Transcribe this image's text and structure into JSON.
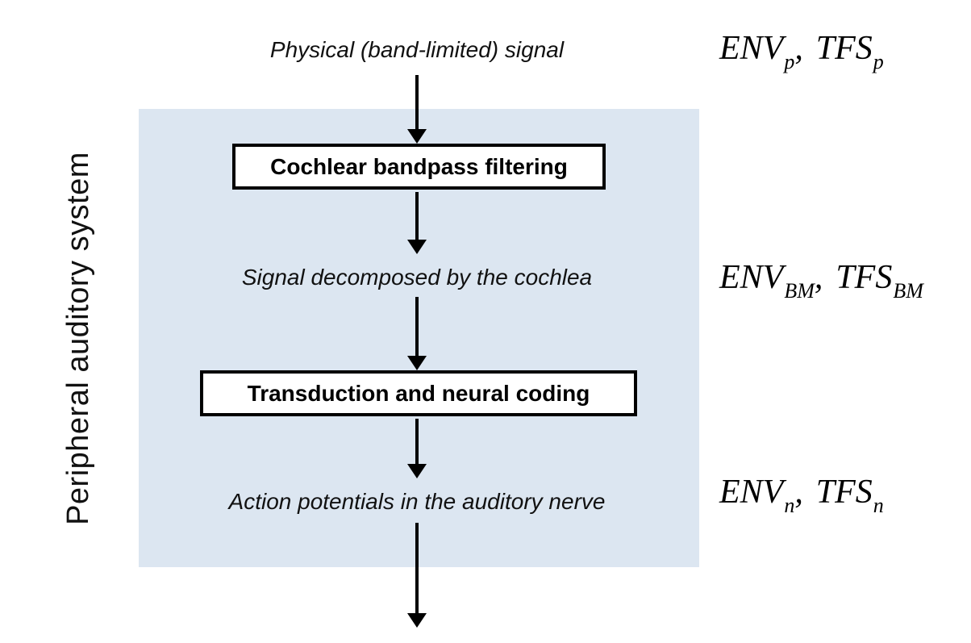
{
  "colors": {
    "panel_background": "#dce6f1",
    "box_background": "#ffffff",
    "box_border": "#000000",
    "ink": "#000000"
  },
  "side_label": "Peripheral auditory system",
  "flow": {
    "input_label": "Physical (band-limited) signal",
    "box1_label": "Cochlear bandpass filtering",
    "intermediate_label": "Signal decomposed by the cochlea",
    "box2_label": "Transduction and neural coding",
    "output_label": "Action potentials in the auditory nerve"
  },
  "formulas": {
    "physical": {
      "env_base": "ENV",
      "env_sub": "p",
      "separator": ",",
      "tfs_base": "TFS",
      "tfs_sub": "p"
    },
    "basilar_membrane": {
      "env_base": "ENV",
      "env_sub": "BM",
      "separator": ",",
      "tfs_base": "TFS",
      "tfs_sub": "BM"
    },
    "neural": {
      "env_base": "ENV",
      "env_sub": "n",
      "separator": ",",
      "tfs_base": "TFS",
      "tfs_sub": "n"
    }
  }
}
